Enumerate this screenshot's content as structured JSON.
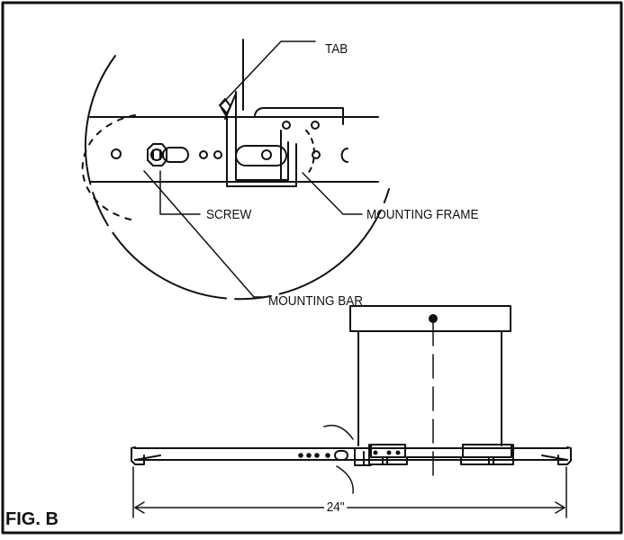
{
  "labels": {
    "tab": "TAB",
    "screw": "SCREW",
    "mounting_frame": "MOUNTING FRAME",
    "mounting_bar": "MOUNTING BAR",
    "dimension": "24\"",
    "figure": "FIG. B"
  },
  "colors": {
    "ink": "#111111",
    "background": "#ffffff"
  }
}
